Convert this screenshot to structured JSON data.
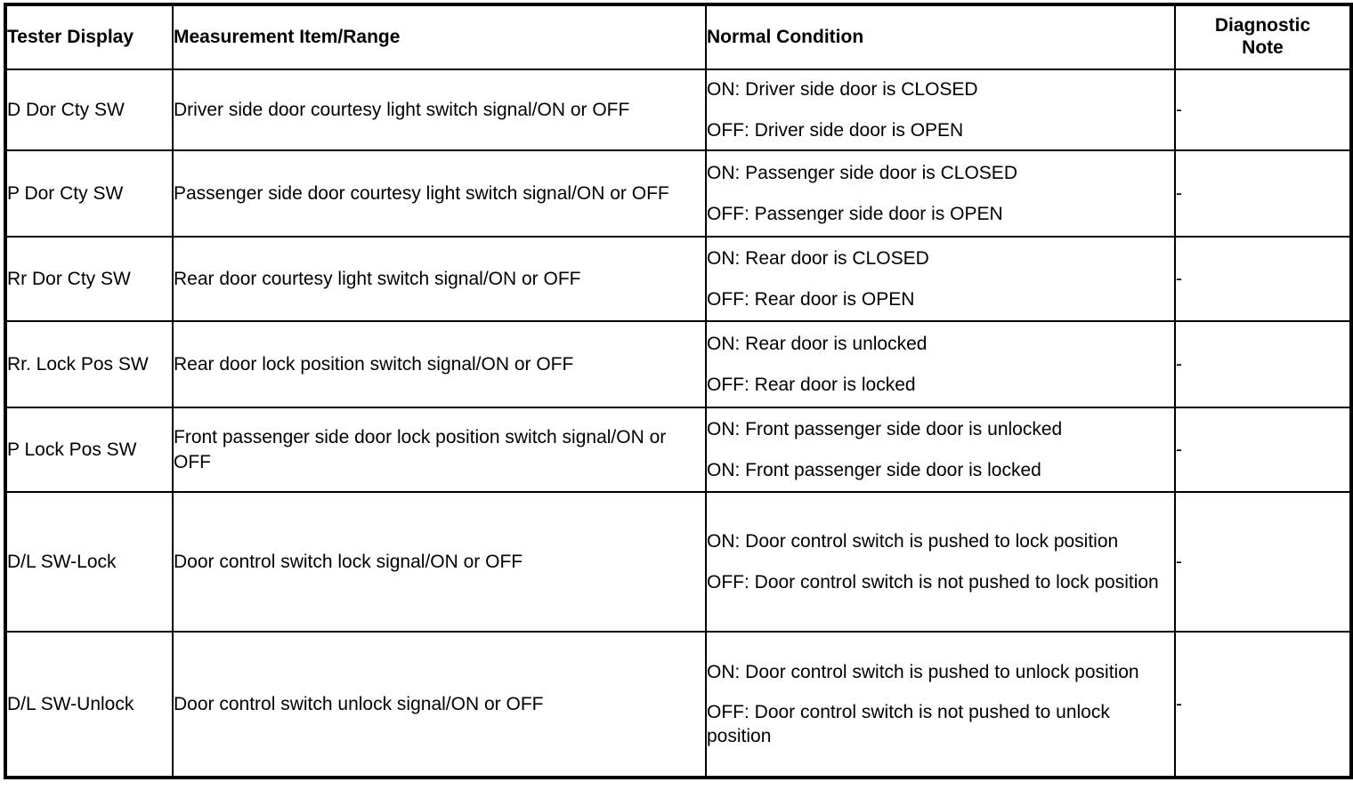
{
  "table": {
    "columns": [
      {
        "key": "tester_display",
        "label": "Tester Display",
        "align": "left"
      },
      {
        "key": "measurement_item_range",
        "label": "Measurement Item/Range",
        "align": "left"
      },
      {
        "key": "normal_condition",
        "label": "Normal Condition",
        "align": "left"
      },
      {
        "key": "diagnostic_note",
        "label_line1": "Diagnostic",
        "label_line2": "Note",
        "align": "center"
      }
    ],
    "rows": [
      {
        "tester_display": "D Dor Cty SW",
        "measurement_item_range": "Driver side door courtesy light switch signal/ON or OFF",
        "normal_condition_on": "ON: Driver side door is CLOSED",
        "normal_condition_off": "OFF: Driver side door is OPEN",
        "diagnostic_note": "-"
      },
      {
        "tester_display": "P Dor Cty SW",
        "measurement_item_range": "Passenger side door courtesy light switch signal/ON or OFF",
        "normal_condition_on": "ON: Passenger side door is CLOSED",
        "normal_condition_off": "OFF: Passenger side door is OPEN",
        "diagnostic_note": "-"
      },
      {
        "tester_display": "Rr Dor Cty SW",
        "measurement_item_range": "Rear door courtesy light switch signal/ON or OFF",
        "normal_condition_on": "ON: Rear door is CLOSED",
        "normal_condition_off": "OFF: Rear door is OPEN",
        "diagnostic_note": "-"
      },
      {
        "tester_display": "Rr. Lock Pos SW",
        "measurement_item_range": "Rear door lock position switch signal/ON or OFF",
        "normal_condition_on": "ON: Rear door is unlocked",
        "normal_condition_off": "OFF: Rear door is locked",
        "diagnostic_note": "-"
      },
      {
        "tester_display": "P Lock Pos SW",
        "measurement_item_range": "Front passenger side door lock position switch signal/ON or OFF",
        "normal_condition_on": "ON: Front passenger side door is unlocked",
        "normal_condition_off": "ON: Front passenger side door is locked",
        "diagnostic_note": "-"
      },
      {
        "tester_display": "D/L SW-Lock",
        "measurement_item_range": "Door control switch lock signal/ON or OFF",
        "normal_condition_on": "ON: Door control switch is pushed to lock position",
        "normal_condition_off": "OFF: Door control switch is not pushed to lock position",
        "diagnostic_note": "-"
      },
      {
        "tester_display": "D/L SW-Unlock",
        "measurement_item_range": "Door control switch unlock signal/ON or OFF",
        "normal_condition_on": "ON: Door control switch is pushed to unlock position",
        "normal_condition_off": "OFF: Door control switch is not pushed to unlock position",
        "diagnostic_note": "-"
      }
    ]
  },
  "colors": {
    "border": "#000000",
    "text": "#000000",
    "background": "#ffffff"
  }
}
